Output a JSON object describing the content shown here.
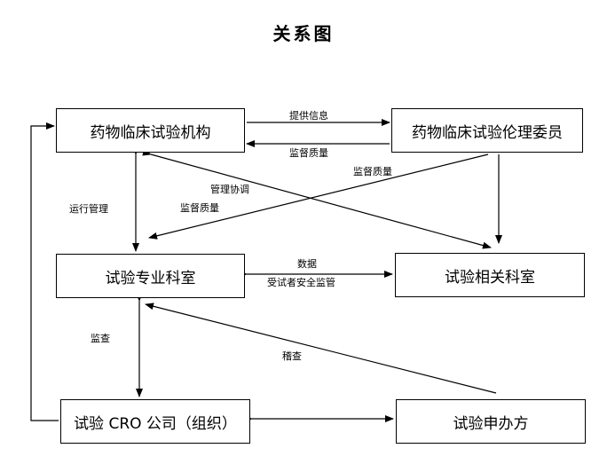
{
  "diagram": {
    "title": "关系图",
    "nodes": {
      "institution": "药物临床试验机构",
      "ethics": "药物临床试验伦理委员",
      "specialty": "试验专业科室",
      "related": "试验相关科室",
      "cro": "试验 CRO 公司（组织）",
      "sponsor": "试验申办方"
    },
    "edges": {
      "provide_info": "提供信息",
      "supervise_quality_top": "监督质量",
      "supervise_quality_ethics": "监督质量",
      "coordination": "管理协调",
      "supervise_quality_institution": "监督质量",
      "operation_management": "运行管理",
      "data": "数据",
      "subject_safety": "受试者安全监管",
      "monitoring": "监查",
      "audit": "稽查"
    }
  }
}
